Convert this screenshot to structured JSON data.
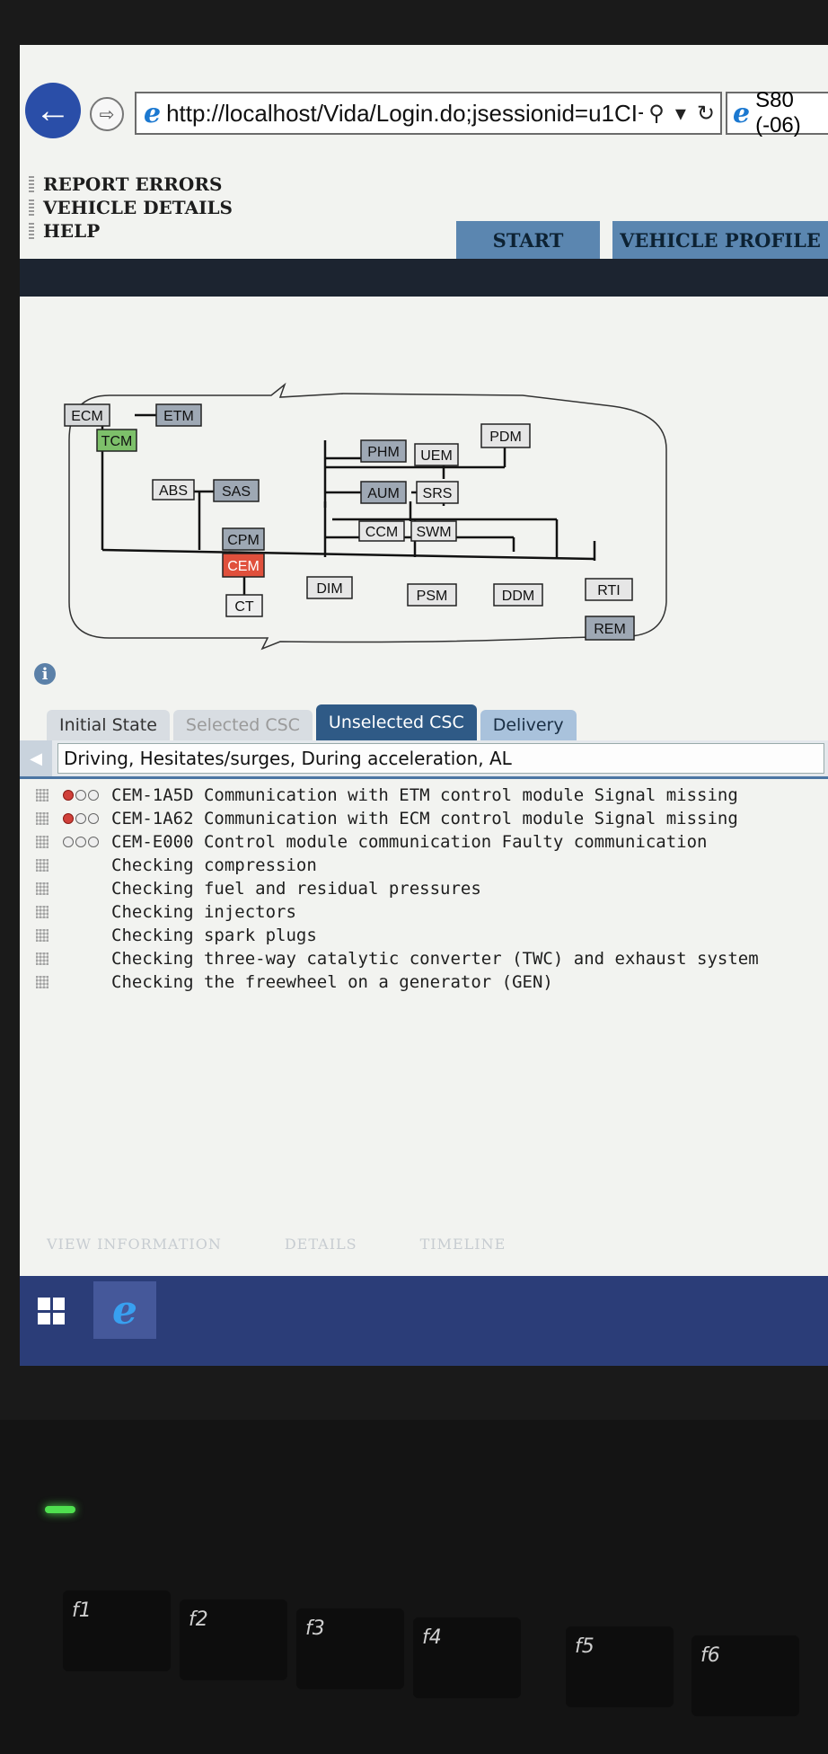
{
  "browser": {
    "address_url": "http://localhost/Vida/Login.do;jsessionid=u1CI+",
    "tab_title": "S80 (-06)"
  },
  "app_links": [
    "REPORT ERRORS",
    "VEHICLE DETAILS",
    "HELP"
  ],
  "top_tabs": {
    "start": "START",
    "vehicle_profile": "VEHICLE PROFILE"
  },
  "diagram": {
    "modules": [
      {
        "id": "ECM",
        "label": "ECM",
        "color": "#d6d8da"
      },
      {
        "id": "ETM",
        "label": "ETM",
        "color": "#9ea8b4"
      },
      {
        "id": "TCM",
        "label": "TCM",
        "color": "#7dc06a"
      },
      {
        "id": "ABS",
        "label": "ABS",
        "color": "#e6e6e6"
      },
      {
        "id": "SAS",
        "label": "SAS",
        "color": "#9ea8b4"
      },
      {
        "id": "CPM",
        "label": "CPM",
        "color": "#9ea8b4"
      },
      {
        "id": "CEM",
        "label": "CEM",
        "color": "#e0503c"
      },
      {
        "id": "CT",
        "label": "CT",
        "color": "#eeeeee"
      },
      {
        "id": "PHM",
        "label": "PHM",
        "color": "#9ea8b4"
      },
      {
        "id": "UEM",
        "label": "UEM",
        "color": "#e6e6e6"
      },
      {
        "id": "PDM",
        "label": "PDM",
        "color": "#e6e6e6"
      },
      {
        "id": "AUM",
        "label": "AUM",
        "color": "#9ea8b4"
      },
      {
        "id": "SRS",
        "label": "SRS",
        "color": "#e6e6e6"
      },
      {
        "id": "CCM",
        "label": "CCM",
        "color": "#e6e6e6"
      },
      {
        "id": "SWM",
        "label": "SWM",
        "color": "#e6e6e6"
      },
      {
        "id": "DIM",
        "label": "DIM",
        "color": "#e6e6e6"
      },
      {
        "id": "PSM",
        "label": "PSM",
        "color": "#e6e6e6"
      },
      {
        "id": "DDM",
        "label": "DDM",
        "color": "#e6e6e6"
      },
      {
        "id": "RTI",
        "label": "RTI",
        "color": "#e6e6e6"
      },
      {
        "id": "REM",
        "label": "REM",
        "color": "#9ea8b4"
      }
    ]
  },
  "tabs": [
    "Initial State",
    "Selected CSC",
    "Unselected CSC",
    "Delivery"
  ],
  "symptom": "Driving, Hesitates/surges, During acceleration, AL",
  "steps": [
    {
      "text": "CEM-1A5D Communication with ETM control module Signal missing",
      "dtc": "red"
    },
    {
      "text": "CEM-1A62 Communication with ECM control module Signal missing",
      "dtc": "red"
    },
    {
      "text": "CEM-E000 Control module communication Faulty communication",
      "dtc": "grey"
    },
    {
      "text": "Checking compression",
      "dtc": ""
    },
    {
      "text": "Checking fuel and residual pressures",
      "dtc": ""
    },
    {
      "text": "Checking injectors",
      "dtc": ""
    },
    {
      "text": "Checking spark plugs",
      "dtc": ""
    },
    {
      "text": "Checking three-way catalytic converter (TWC) and exhaust system",
      "dtc": ""
    },
    {
      "text": "Checking the freewheel on a generator (GEN)",
      "dtc": ""
    }
  ],
  "bottom_buttons": [
    "VIEW INFORMATION",
    "DETAILS",
    "TIMELINE"
  ],
  "keyboard_keys": [
    "f1",
    "f2",
    "f3",
    "f4",
    "f5",
    "f6"
  ]
}
